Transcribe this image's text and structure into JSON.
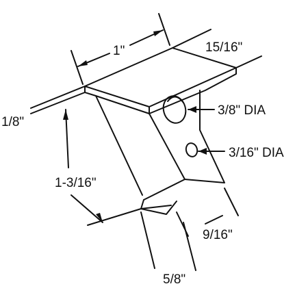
{
  "diagram": {
    "dimensions": {
      "width_top": "1\"",
      "depth_top": "15/16\"",
      "plate_thickness": "1/8\"",
      "overall_height": "1-3/16\"",
      "large_hole": "3/8\" DIA",
      "small_hole": "3/16\" DIA",
      "foot_depth": "9/16\"",
      "foot_width": "5/8\""
    },
    "colors": {
      "line": "#111111",
      "background": "#ffffff"
    }
  }
}
